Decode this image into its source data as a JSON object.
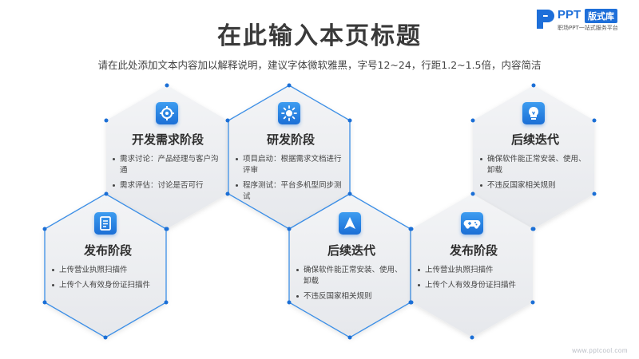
{
  "header": {
    "title": "在此输入本页标题",
    "subtitle": "请在此处添加文本内容加以解释说明，建议字体微软雅黑，字号12~24，行距1.2~1.5倍，内容简洁"
  },
  "logo": {
    "brand": "PPT",
    "badge": "版式库",
    "tagline": "职场PPT一站式服务平台"
  },
  "watermark": "www.pptcool.com",
  "colors": {
    "accent": "#1b6fd6",
    "hex_fill": "#eeeff2",
    "hex_border": "#3d8fe6"
  },
  "hexagons": [
    {
      "id": "dev-requirements",
      "icon": "gear-cluster-icon",
      "title": "开发需求阶段",
      "items": [
        "需求讨论：产品经理与客户沟通",
        "需求评估：讨论是否可行"
      ]
    },
    {
      "id": "rnd",
      "icon": "sun-gear-icon",
      "title": "研发阶段",
      "items": [
        "项目启动：根据需求文档进行评审",
        "程序测试：平台多机型同步测试"
      ]
    },
    {
      "id": "follow-up-top",
      "icon": "lightbulb-icon",
      "title": "后续迭代",
      "items": [
        "确保软件能正常安装、使用、卸载",
        "不违反国家相关规则"
      ]
    },
    {
      "id": "release-left",
      "icon": "document-icon",
      "title": "发布阶段",
      "items": [
        "上传营业执照扫描件",
        "上传个人有效身份证扫描件"
      ]
    },
    {
      "id": "follow-up-mid",
      "icon": "navigation-arrow-icon",
      "title": "后续迭代",
      "items": [
        "确保软件能正常安装、使用、卸载",
        "不违反国家相关规则"
      ]
    },
    {
      "id": "release-right",
      "icon": "gamepad-icon",
      "title": "发布阶段",
      "items": [
        "上传营业执照扫描件",
        "上传个人有效身份证扫描件"
      ]
    }
  ]
}
